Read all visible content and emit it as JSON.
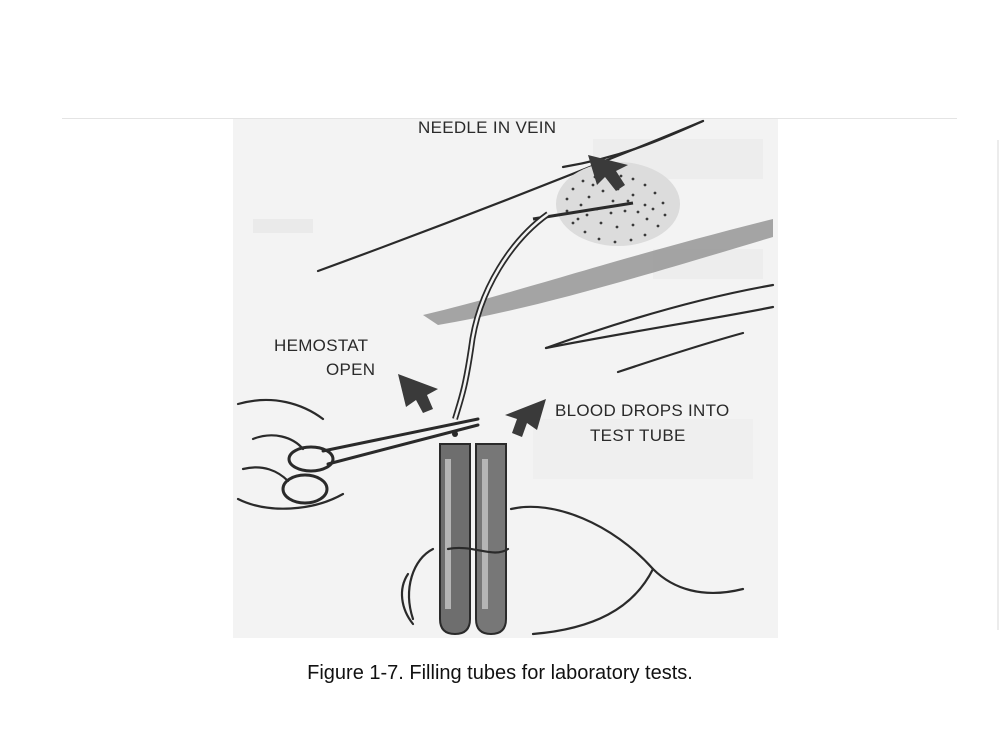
{
  "figure": {
    "labels": {
      "needle": "NEEDLE IN VEIN",
      "hemostat_line1": "HEMOSTAT",
      "hemostat_line2": "OPEN",
      "blood_line1": "BLOOD DROPS INTO",
      "blood_line2": "TEST TUBE"
    },
    "colors": {
      "ink": "#2a2a2a",
      "scan_background": "#f3f3f3",
      "tube_fill": "#6e6e6e"
    }
  },
  "caption": {
    "text": "Figure 1-7.  Filling tubes for laboratory tests."
  }
}
